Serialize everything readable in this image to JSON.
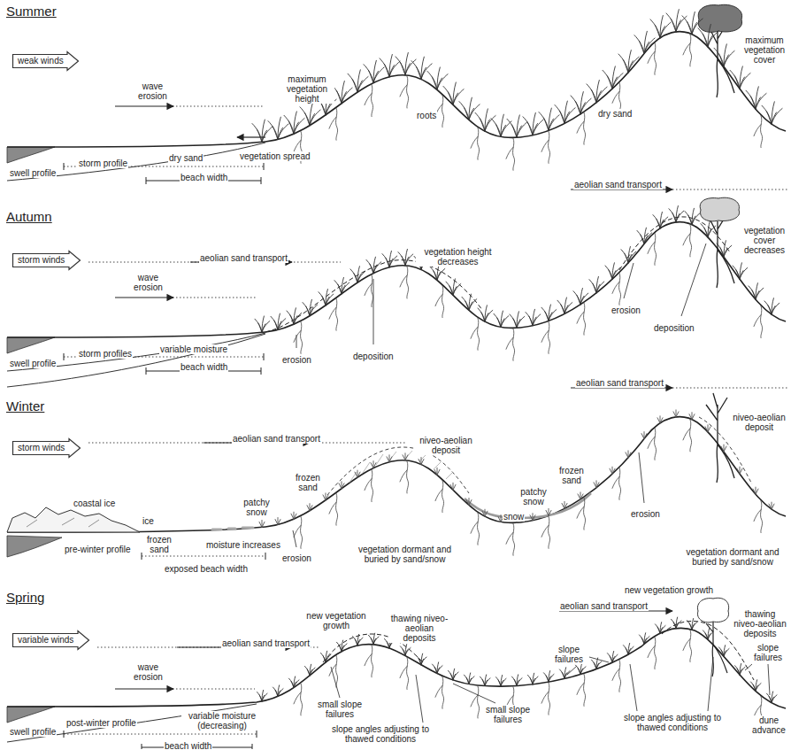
{
  "diagram": {
    "nodes": [
      {
        "text": [
          "weak winds"
        ]
      },
      {
        "text": [
          "storm winds"
        ]
      },
      {
        "text": [
          "storm winds"
        ]
      },
      {
        "text": [
          "variable winds"
        ]
      }
    ],
    "labels": [
      "Summer",
      "wave erosion",
      "maximum vegetation height",
      "roots",
      "dry sand",
      "maximum vegetation cover",
      "swell profile",
      "storm profile",
      "dry sand",
      "vegetation spread",
      "beach width",
      "Autumn",
      "aeolian sand transport",
      "aeolian sand transport",
      "vegetation height decreases",
      "vegetation cover decreases",
      "wave erosion",
      "swell profile",
      "storm profiles",
      "variable moisture",
      "erosion",
      "deposition",
      "erosion",
      "deposition",
      "beach width",
      "Winter",
      "aeolian sand transport",
      "aeolian sand transport",
      "niveo-aeolian deposit",
      "niveo-aeolian deposit",
      "coastal ice",
      "ice",
      "patchy snow",
      "frozen sand",
      "snow",
      "frozen sand",
      "patchy snow",
      "pre-winter profile",
      "frozen sand",
      "moisture increases",
      "erosion",
      "erosion",
      "vegetation dormant and buried by sand/snow",
      "vegetation dormant and buried by sand/snow",
      "exposed beach width",
      "Spring",
      "new vegetation growth",
      "aeolian sand transport",
      "aeolian sand transport",
      "new vegetation growth",
      "thawing niveo-aeolian deposits",
      "thawing niveo-aeolian deposits",
      "slope failures",
      "slope failures",
      "small slope failures",
      "small slope failures",
      "dune advance",
      "wave erosion",
      "swell profile",
      "post-winter profile",
      "variable moisture (decreasing)",
      "slope angles adjusting to thawed conditions",
      "slope angles adjusting to thawed conditions",
      "beach width"
    ]
  }
}
